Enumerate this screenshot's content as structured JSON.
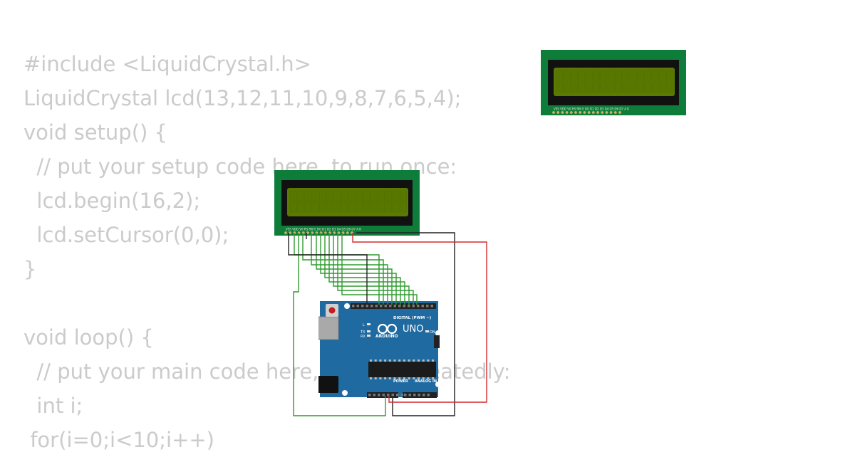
{
  "code": {
    "lines": [
      "#include <LiquidCrystal.h>",
      "LiquidCrystal lcd(13,12,11,10,9,8,7,6,5,4);",
      "void setup() {",
      "  // put your setup code here, to run once:",
      "  lcd.begin(16,2);",
      "  lcd.setCursor(0,0);",
      "}",
      "",
      "void loop() {",
      "  // put your main code here, to run repeatedly:",
      "  int i;",
      " for(i=0;i<10;i++)"
    ]
  },
  "lcd": {
    "pin_labels": "VSS VDD V0 RS RW E D0 D1 D2 D3 D4 D5 D6 D7 A K",
    "pin_count": 16,
    "colors": {
      "pcb": "#0f7d3a",
      "bezel": "#111111",
      "screen": "#5a7a00"
    }
  },
  "arduino": {
    "model": "UNO",
    "brand": "ARDUINO",
    "digital_label": "DIGITAL (PWM ~)",
    "power_label": "POWER",
    "analog_label": "ANALOG IN",
    "on_label": "ON",
    "l_label": "L",
    "tx_label": "TX",
    "rx_label": "RX",
    "board_color": "#1f6aa0"
  },
  "wires": {
    "colors": {
      "data": "#2e9b2e",
      "power": "#d42a2a",
      "ground": "#222222"
    }
  }
}
